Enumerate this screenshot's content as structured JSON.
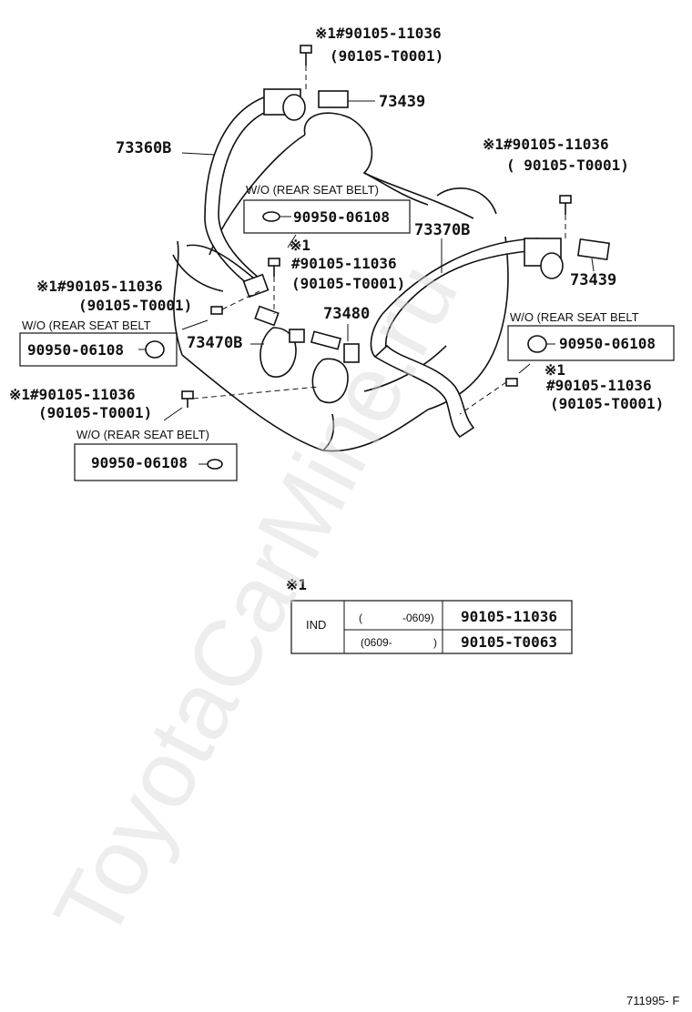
{
  "parts": {
    "p73439_top": "73439",
    "p73439_right": "73439",
    "p73360b": "73360B",
    "p73370b": "73370B",
    "p73470b": "73470B",
    "p73480": "73480"
  },
  "bolts": {
    "top": {
      "mark": "※1",
      "part": "#90105-11036",
      "alt": "(90105-T0001)"
    },
    "right_top": {
      "mark": "※1",
      "part": "#90105-11036",
      "alt": "( 90105-T0001)"
    },
    "center": {
      "mark": "※1",
      "part": "#90105-11036",
      "alt": "(90105-T0001)"
    },
    "left_mid": {
      "mark": "※1",
      "part": "#90105-11036",
      "alt": "(90105-T0001)"
    },
    "left_low": {
      "mark": "※1",
      "part": "#90105-11036",
      "alt": "(90105-T0001)"
    },
    "right_low": {
      "mark": "※1",
      "part": "#90105-11036",
      "alt": "(90105-T0001)"
    }
  },
  "plugs": {
    "center": {
      "condition": "W/O (REAR SEAT BELT)",
      "part": "90950-06108"
    },
    "left": {
      "condition": "W/O (REAR SEAT BELT",
      "part": "90950-06108"
    },
    "right": {
      "condition": "W/O (REAR SEAT BELT",
      "part": "90950-06108"
    },
    "bottom": {
      "condition": "W/O (REAR SEAT BELT)",
      "part": "90950-06108"
    }
  },
  "footnote": {
    "mark": "※1",
    "rows": [
      {
        "region": "IND",
        "range_open": "(",
        "range_end": "-0609)",
        "part": "90105-11036"
      },
      {
        "region": "",
        "range_open": "(0609-",
        "range_end": ")",
        "part": "90105-T0063"
      }
    ]
  },
  "watermark": "ToyotaCarMine.ru",
  "figure_id": "711995- F"
}
